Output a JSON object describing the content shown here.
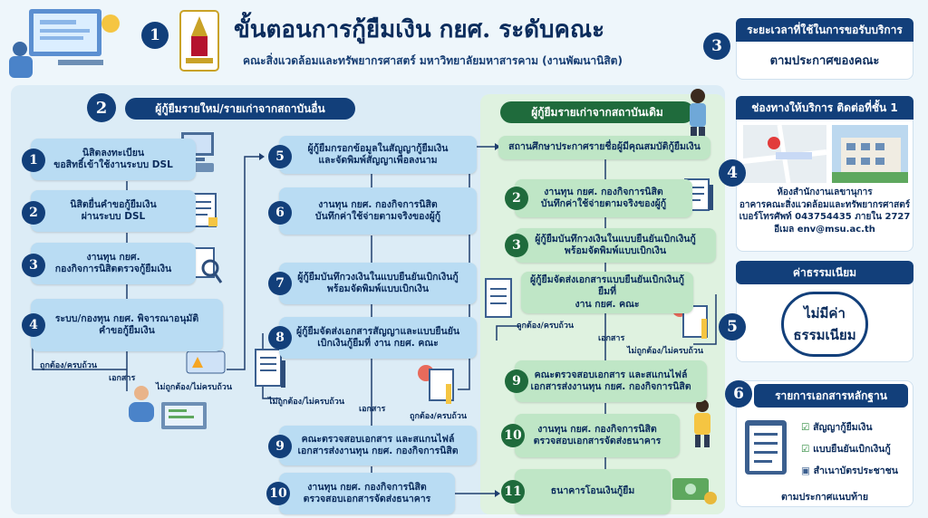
{
  "header": {
    "title": "ขั้นตอนการกู้ยืมเงิน กยศ. ระดับคณะ",
    "subtitle": "คณะสิ่งแวดล้อมและทรัพยากรศาสตร์ มหาวิทยาลัยมหาสารคาม (งานพัฒนานิสิต)",
    "num": "1"
  },
  "left": {
    "num": "2",
    "heading": "ผู้กู้ยืมรายใหม่/รายเก่าจากสถาบันอื่น",
    "steps": [
      {
        "n": "1",
        "text": "นิสิตลงทะเบียน\nขอสิทธิ์เข้าใช้งานระบบ DSL"
      },
      {
        "n": "2",
        "text": "นิสิตยื่นคำขอกู้ยืมเงิน\nผ่านระบบ DSL"
      },
      {
        "n": "3",
        "text": "งานทุน กยศ.\nกองกิจการนิสิตตรวจกู้ยืมเงิน"
      },
      {
        "n": "4",
        "text": "ระบบ/กองทุน กยศ. พิจารณาอนุมัติ\nคำขอกู้ยืมเงิน"
      },
      {
        "n": "5",
        "text": "ผู้กู้ยืมกรอกข้อมูลในสัญญากู้ยืมเงิน\nและจัดพิมพ์สัญญาเพื่อลงนาม"
      },
      {
        "n": "6",
        "text": "งานทุน กยศ. กองกิจการนิสิต\nบันทึกค่าใช้จ่ายตามจริงของผู้กู้"
      },
      {
        "n": "7",
        "text": "ผู้กู้ยืมบันทึกวงเงินในแบบยืนยันเบิกเงินกู้\nพร้อมจัดพิมพ์แบบเบิกเงิน"
      },
      {
        "n": "8",
        "text": "ผู้กู้ยืมจัดส่งเอกสารสัญญาและแบบยืนยัน\nเบิกเงินกู้ยืมที่ งาน กยศ. คณะ"
      },
      {
        "n": "9",
        "text": "คณะตรวจสอบเอกสาร และสแกนไฟล์\nเอกสารส่งงานทุน กยศ. กองกิจการนิสิต"
      },
      {
        "n": "10",
        "text": "งานทุน กยศ. กองกิจการนิสิต\nตรวจสอบเอกสารจัดส่งธนาคาร"
      }
    ],
    "labels": {
      "correct1": "ถูกต้อง/ครบถ้วน",
      "docs1": "เอกสาร",
      "incorrect1": "ไม่ถูกต้อง/ไม่ครบถ้วน",
      "incorrect2": "ไม่ถูกต้อง/ไม่ครบถ้วน",
      "docs2": "เอกสาร",
      "correct2": "ถูกต้อง/ครบถ้วน"
    }
  },
  "right": {
    "heading": "ผู้กู้ยืมรายเก่าจากสถาบันเดิม",
    "steps": [
      {
        "n": "",
        "text": "สถานศึกษาประกาศรายชื่อผู้มีคุณสมบัติกู้ยืมเงิน"
      },
      {
        "n": "2",
        "text": "งานทุน กยศ. กองกิจการนิสิต\nบันทึกค่าใช้จ่ายตามจริงของผู้กู้"
      },
      {
        "n": "3",
        "text": "ผู้กู้ยืมบันทึกวงเงินในแบบยืนยันเบิกเงินกู้\nพร้อมจัดพิมพ์แบบเบิกเงิน"
      },
      {
        "n": "",
        "text": "ผู้กู้ยืมจัดส่งเอกสารแบบยืนยันเบิกเงินกู้ยืมที่\nงาน กยศ. คณะ"
      },
      {
        "n": "9",
        "text": "คณะตรวจสอบเอกสาร และสแกนไฟล์\nเอกสารส่งงานทุน กยศ. กองกิจการนิสิต"
      },
      {
        "n": "10",
        "text": "งานทุน กยศ. กองกิจการนิสิต\nตรวจสอบเอกสารจัดส่งธนาคาร"
      },
      {
        "n": "11",
        "text": "ธนาคารโอนเงินกู้ยืม"
      }
    ],
    "labels": {
      "correct": "ถูกต้อง/ครบถ้วน",
      "docs": "เอกสาร",
      "incorrect": "ไม่ถูกต้อง/ไม่ครบถ้วน"
    }
  },
  "side": {
    "time": {
      "num": "3",
      "heading": "ระยะเวลาที่ใช้ในการขอรับบริการ",
      "body": "ตามประกาศของคณะ"
    },
    "contact": {
      "num": "4",
      "heading": "ช่องทางให้บริการ ติดต่อที่ชั้น 1",
      "lines": [
        "ห้องสำนักงานเลขานุการ",
        "อาคารคณะสิ่งแวดล้อมและทรัพยากรศาสตร์",
        "เบอร์โทรศัพท์ 043754435 ภายใน 2727",
        "อีเมล env@msu.ac.th"
      ]
    },
    "fee": {
      "num": "5",
      "heading": "ค่าธรรมเนียม",
      "body": "ไม่มีค่า\nธรรมเนียม"
    },
    "docs": {
      "num": "6",
      "heading": "รายการเอกสารหลักฐาน",
      "items": [
        "สัญญากู้ยืมเงิน",
        "แบบยืนยันเบิกเงินกู้",
        "สำเนาบัตรประชาชน"
      ],
      "footer": "ตามประกาศแนบท้าย"
    }
  }
}
